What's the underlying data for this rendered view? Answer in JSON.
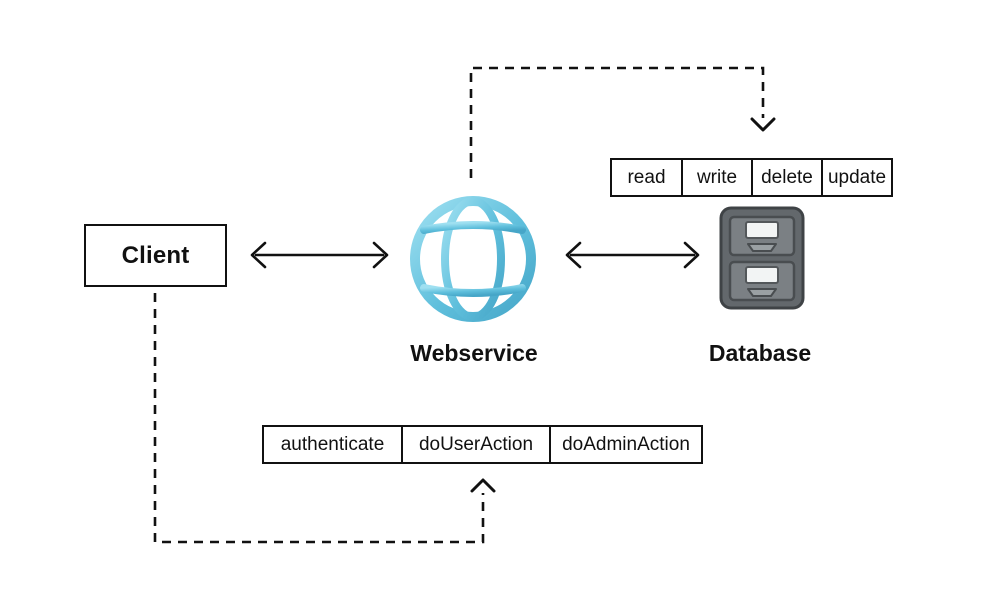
{
  "diagram": {
    "client": {
      "label": "Client"
    },
    "webservice": {
      "label": "Webservice",
      "icon": "globe-with-meridians"
    },
    "database": {
      "label": "Database",
      "icon": "file-cabinet"
    },
    "db_ops_table": {
      "cells": [
        "read",
        "write",
        "delete",
        "update"
      ]
    },
    "client_ops_table": {
      "cells": [
        "authenticate",
        "doUserAction",
        "doAdminAction"
      ]
    },
    "connections": [
      {
        "from": "client",
        "to": "webservice",
        "style": "solid-double-arrow"
      },
      {
        "from": "webservice",
        "to": "database",
        "style": "solid-double-arrow"
      },
      {
        "from": "webservice",
        "to": "db_ops_table",
        "style": "dashed-arrow"
      },
      {
        "from": "client",
        "to": "client_ops_table",
        "style": "dashed-arrow"
      }
    ]
  },
  "colors": {
    "background": "#ffffff",
    "stroke": "#111111",
    "globe_blue": "#5fbfdc",
    "globe_blue_light": "#9fe0f1",
    "cabinet_body": "#63686c",
    "cabinet_drawer": "#7b8084",
    "cabinet_plate": "#f2f4f4"
  }
}
